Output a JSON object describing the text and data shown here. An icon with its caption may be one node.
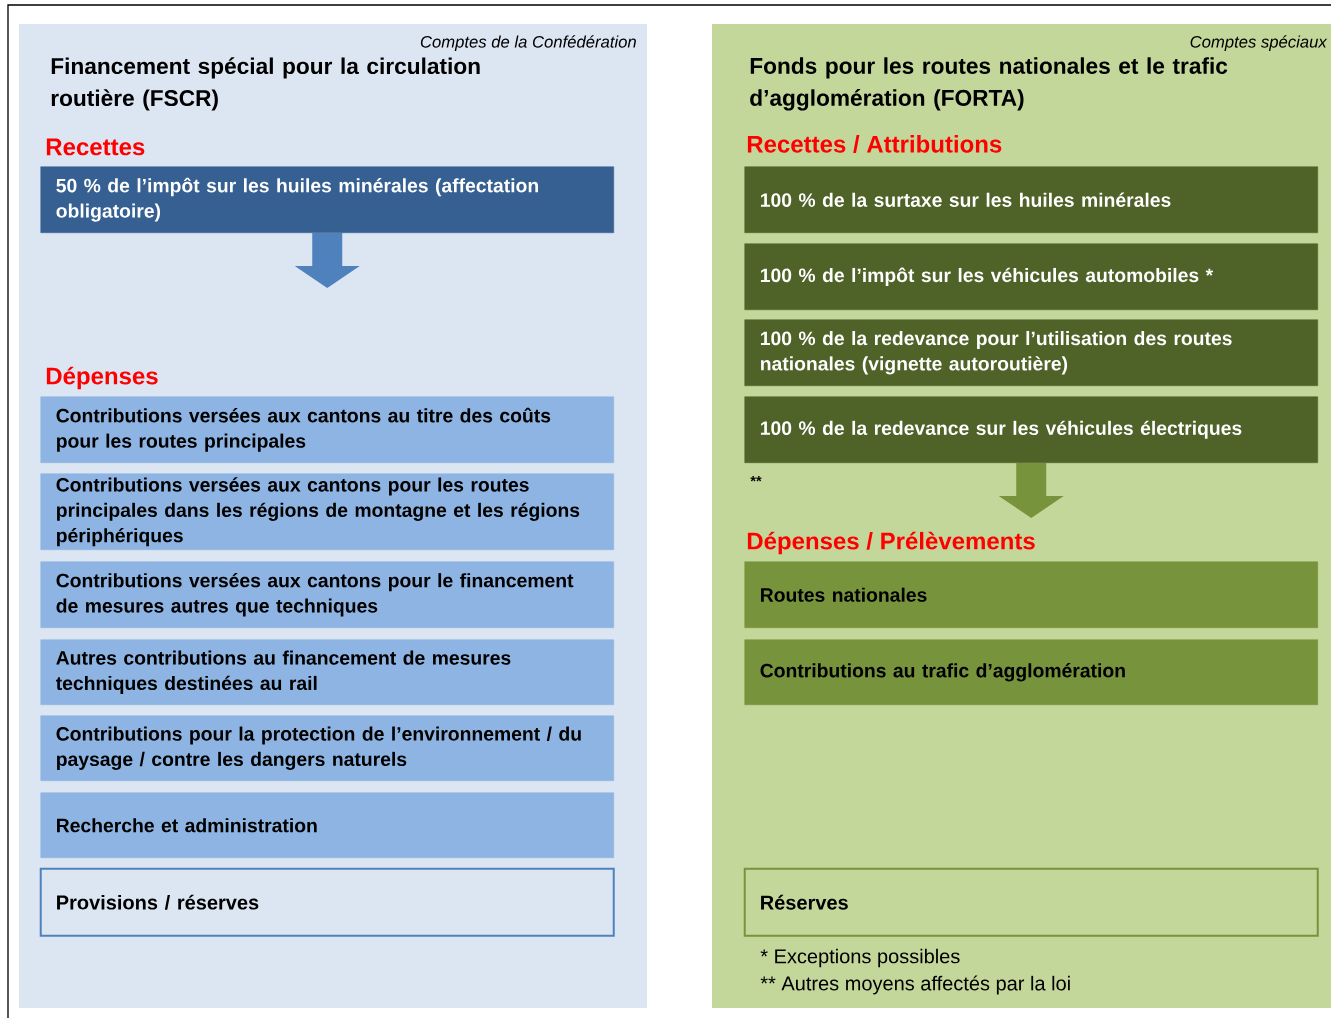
{
  "diagram": {
    "nodes": [
      {
        "text": [
          "Comptes de la Confédération",
          "Financement spécial pour la circulation routière (FSCR)",
          "Recettes",
          "Dépenses"
        ]
      },
      {
        "text": [
          "50 % de l’impôt sur les huiles minérales (affectation obligatoire)"
        ],
        "in": 0
      },
      {
        "text": [
          "Contributions versées aux cantons au titre des coûts pour les routes principales"
        ],
        "in": 0
      },
      {
        "text": [
          "Contributions versées aux cantons pour les routes principales dans les régions de montagne et les régions périphériques"
        ],
        "in": 0
      },
      {
        "text": [
          "Contributions versées aux cantons pour le financement de mesures autres que techniques"
        ],
        "in": 0
      },
      {
        "text": [
          "Autres contributions au financement de mesures techniques destinées au rail"
        ],
        "in": 0
      },
      {
        "text": [
          "Contributions pour la protection de l’environnement / du paysage / contre les dangers naturels"
        ],
        "in": 0
      },
      {
        "text": [
          "Recherche et administration"
        ],
        "in": 0
      },
      {
        "text": [
          "Provisions / réserves"
        ],
        "in": 0
      },
      {
        "text": [
          "Comptes spéciaux",
          "Fonds pour les routes nationales et le trafic d’agglomération (FORTA)",
          "Recettes / Attributions",
          "Dépenses / Prélèvements"
        ]
      },
      {
        "text": [
          "100 % de la surtaxe sur les huiles minérales"
        ],
        "in": 9
      },
      {
        "text": [
          "100 % de l’impôt sur les véhicules automobiles *"
        ],
        "in": 9
      },
      {
        "text": [
          "100 % de la redevance pour l’utilisation des routes nationales (vignette autoroutière)"
        ],
        "in": 9
      },
      {
        "text": [
          "100 % de la redevance sur les véhicules électriques"
        ],
        "in": 9
      },
      {
        "text": [
          "Routes nationales"
        ],
        "in": 9
      },
      {
        "text": [
          "Contributions au trafic d’agglomération"
        ],
        "in": 9
      },
      {
        "text": [
          "Réserves"
        ],
        "in": 9
      }
    ],
    "edges": [
      {
        "from": 1,
        "to": null,
        "arrow": "to",
        "color": "#4f81bd"
      },
      {
        "from": 13,
        "to": null,
        "arrow": "to",
        "color": "#77933c"
      }
    ],
    "labels": [
      "**",
      "* Exceptions possibles",
      "** Autres moyens affectés par la loi"
    ]
  }
}
